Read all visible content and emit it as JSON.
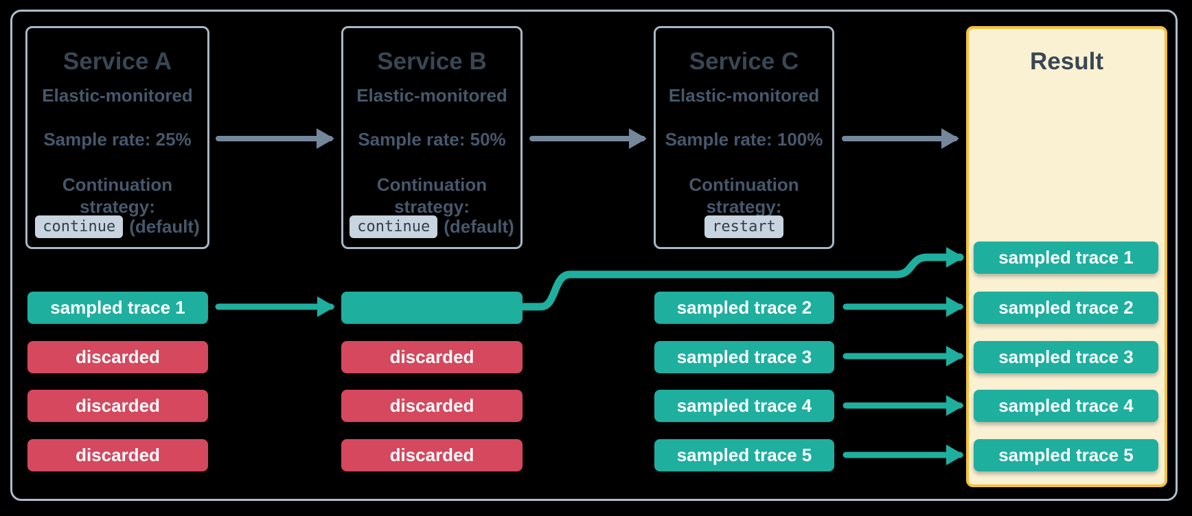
{
  "colors": {
    "bg": "#000000",
    "teal": "#1eaf9f",
    "red": "#d5485e",
    "white": "#ffffff",
    "cream": "#faf1d3",
    "gold": "#f3c13c",
    "box_border": "#a8b8c6",
    "outer_border": "#afbecc",
    "arrow_gray": "#75879b",
    "title_text": "#394754",
    "body_text": "#46586c",
    "badge_bg": "#c8d4df",
    "badge_text": "#313f4b"
  },
  "services": [
    {
      "title": "Service A",
      "monitoring": "Elastic-monitored",
      "sample_rate": "Sample rate: 25%",
      "strategy_label": "Continuation\nstrategy:",
      "strategy_value": "continue",
      "strategy_note": "(default)"
    },
    {
      "title": "Service B",
      "monitoring": "Elastic-monitored",
      "sample_rate": "Sample rate: 50%",
      "strategy_label": "Continuation\nstrategy:",
      "strategy_value": "continue",
      "strategy_note": "(default)"
    },
    {
      "title": "Service C",
      "monitoring": "Elastic-monitored",
      "sample_rate": "Sample rate: 100%",
      "strategy_label": "Continuation\nstrategy:",
      "strategy_value": "restart",
      "strategy_note": ""
    }
  ],
  "lanes": {
    "service_a": [
      {
        "label": "sampled trace 1",
        "status": "sampled"
      },
      {
        "label": "discarded",
        "status": "discarded"
      },
      {
        "label": "discarded",
        "status": "discarded"
      },
      {
        "label": "discarded",
        "status": "discarded"
      }
    ],
    "service_b": [
      {
        "label": "",
        "status": "sampled"
      },
      {
        "label": "discarded",
        "status": "discarded"
      },
      {
        "label": "discarded",
        "status": "discarded"
      },
      {
        "label": "discarded",
        "status": "discarded"
      }
    ],
    "service_c": [
      {
        "label": "sampled trace 2",
        "status": "sampled"
      },
      {
        "label": "sampled trace 3",
        "status": "sampled"
      },
      {
        "label": "sampled trace 4",
        "status": "sampled"
      },
      {
        "label": "sampled trace 5",
        "status": "sampled"
      }
    ]
  },
  "result_panel": {
    "title": "Result",
    "rows": [
      {
        "label": "sampled trace 1",
        "status": "sampled"
      },
      {
        "label": "sampled trace 2",
        "status": "sampled"
      },
      {
        "label": "sampled trace 3",
        "status": "sampled"
      },
      {
        "label": "sampled trace 4",
        "status": "sampled"
      },
      {
        "label": "sampled trace 5",
        "status": "sampled"
      }
    ]
  }
}
